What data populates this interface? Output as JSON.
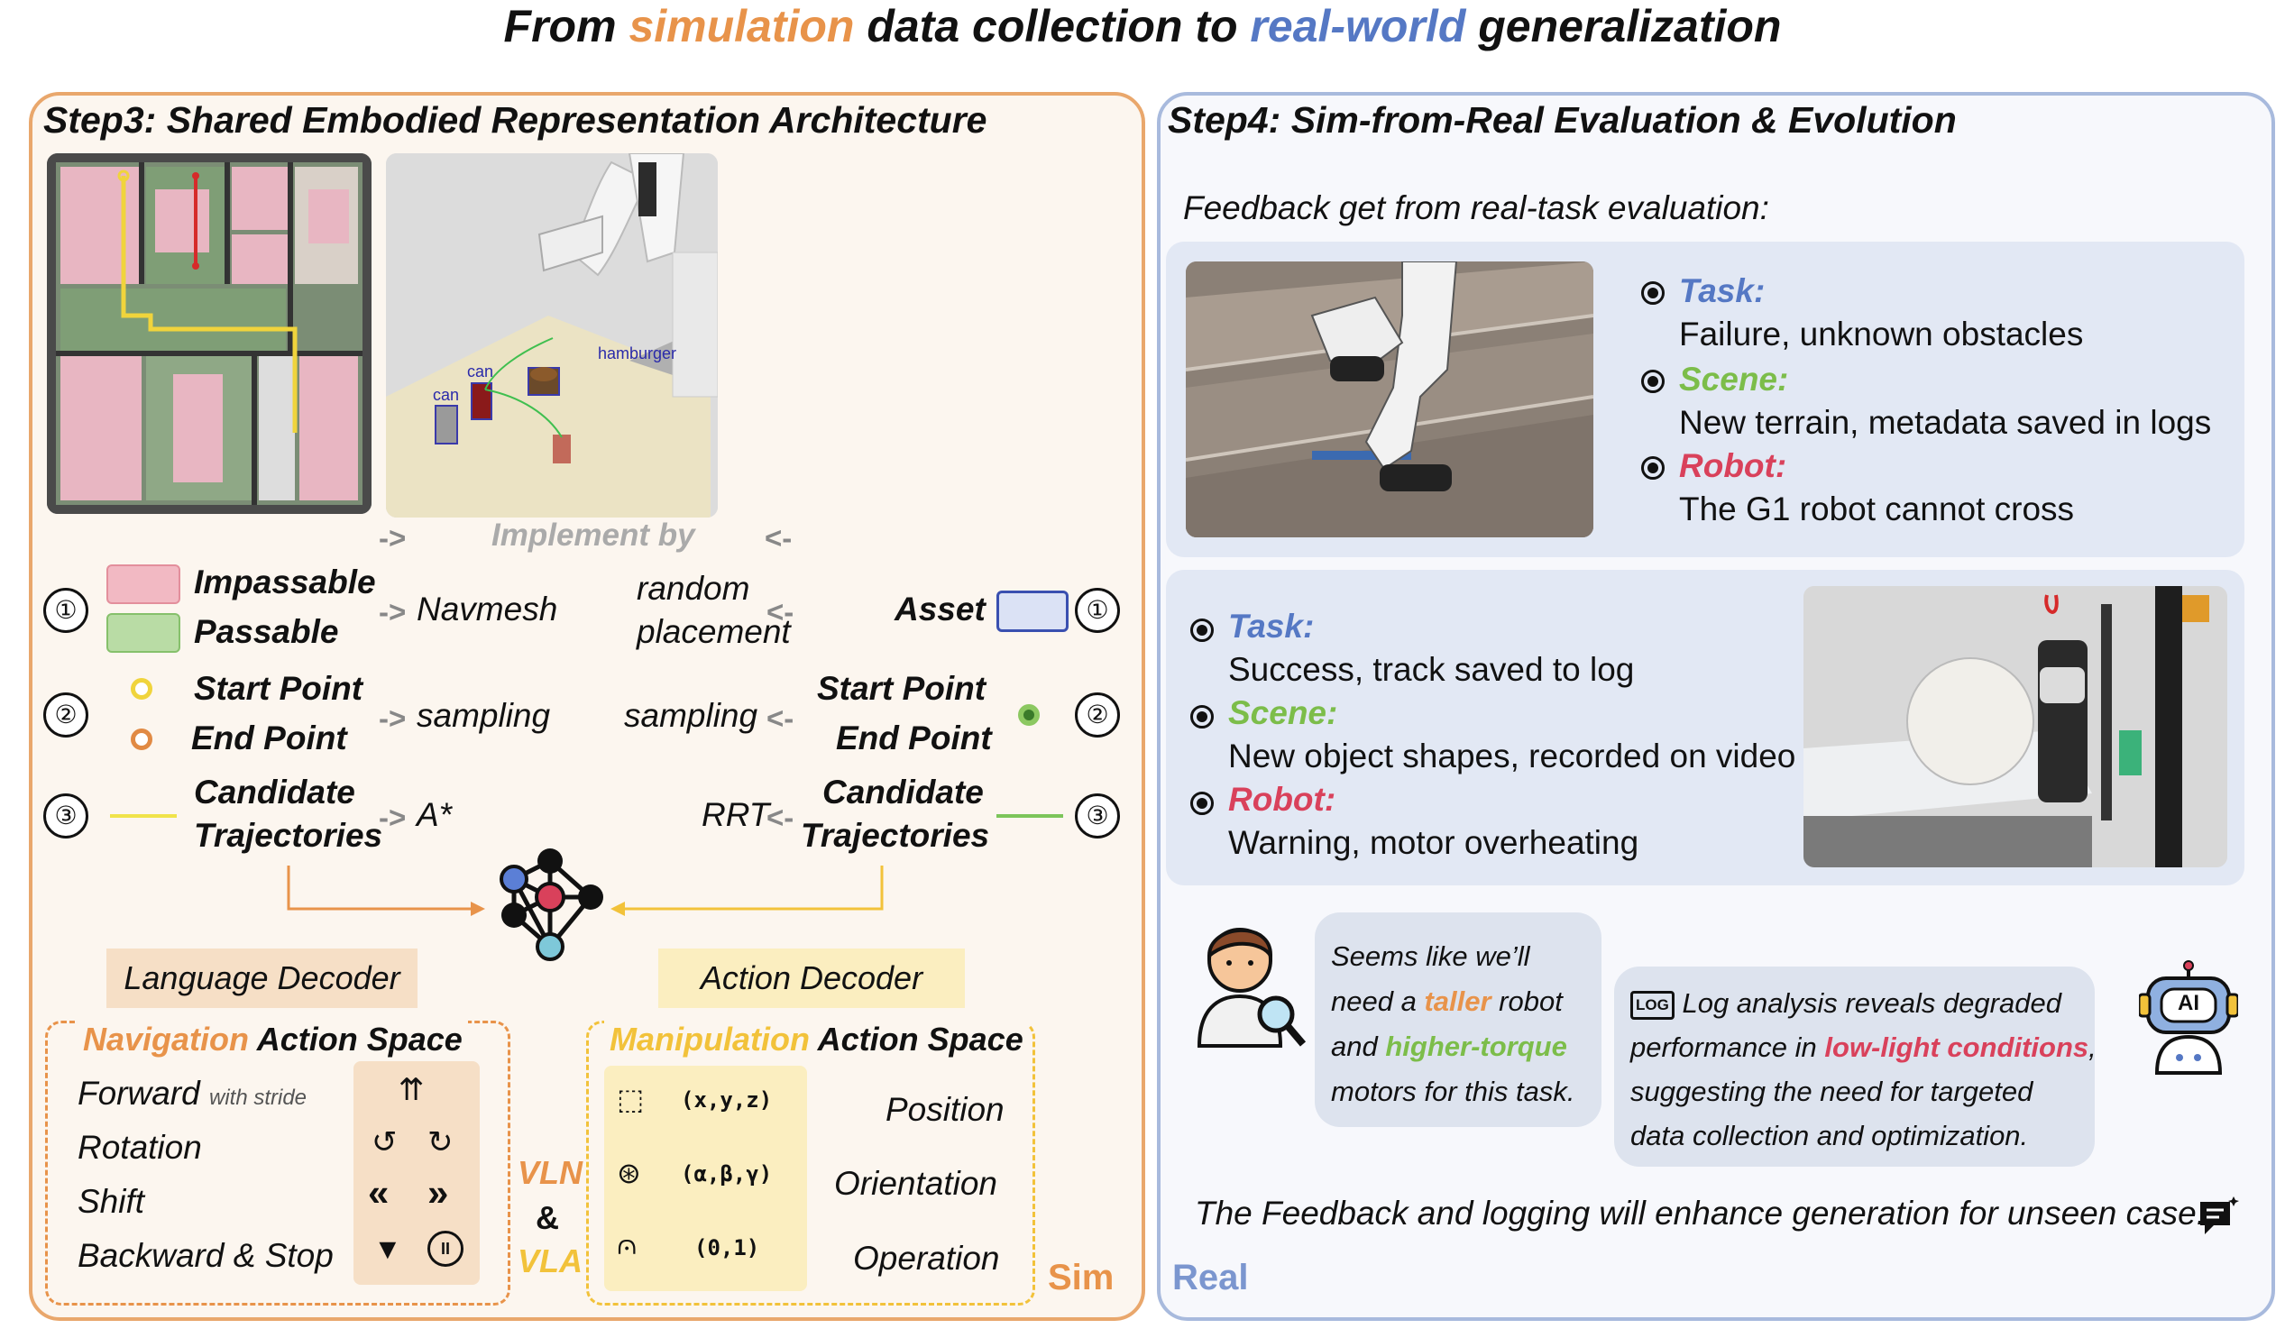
{
  "title": {
    "part1": "From ",
    "sim": "simulation",
    "part2": " data collection to ",
    "real": "real-world",
    "part3": " generalization"
  },
  "colors": {
    "sim_orange": "#e8934a",
    "real_blue": "#5578c4",
    "scene_green": "#7cbd4a",
    "robot_red": "#d9415b",
    "manip_yellow": "#f2c23a"
  },
  "step3": {
    "title": "Step3: Shared Embodied Representation Architecture",
    "image_labels": {
      "hamburger": "hamburger",
      "can1": "can",
      "can2": "can"
    },
    "implement": {
      "left_arrow": "->",
      "label": "Implement by",
      "right_arrow": "<-"
    },
    "row1": {
      "num": "①",
      "impassable": "Impassable",
      "passable": "Passable",
      "navmesh": "Navmesh",
      "random": "random",
      "placement": "placement",
      "asset": "Asset"
    },
    "row2": {
      "num": "②",
      "start": "Start Point",
      "end": "End Point",
      "sampling_l": "sampling",
      "sampling_r": "sampling",
      "start_r": "Start Point",
      "end_r": "End Point"
    },
    "row3": {
      "num": "③",
      "cand1": "Candidate",
      "traj1": "Trajectories",
      "astar": "A*",
      "rrt": "RRT",
      "cand2": "Candidate",
      "traj2": "Trajectories"
    },
    "arrow_left": "->",
    "arrow_right": "<-",
    "language_decoder": "Language Decoder",
    "action_decoder": "Action Decoder",
    "nav_space": {
      "highlight": "Navigation",
      "rest": " Action Space"
    },
    "nav_actions": [
      {
        "label": "Forward",
        "note": "with stride"
      },
      {
        "label": "Rotation"
      },
      {
        "label": "Shift"
      },
      {
        "label": "Backward & Stop"
      }
    ],
    "manip_space": {
      "highlight": "Manipulation",
      "rest": " Action Space"
    },
    "manip_actions": [
      {
        "code": "(x,y,z)",
        "label": "Position"
      },
      {
        "code": "(α,β,γ)",
        "label": "Orientation"
      },
      {
        "code": "(0,1)",
        "label": "Operation"
      }
    ],
    "vln": "VLN",
    "amp": "&",
    "vla": "VLA",
    "sim_label": "Sim"
  },
  "step4": {
    "title": "Step4: Sim-from-Real Evaluation & Evolution",
    "feedback_intro": "Feedback get from real-task evaluation:",
    "card1": {
      "task_label": "Task:",
      "task_value": "Failure, unknown obstacles",
      "scene_label": "Scene:",
      "scene_value": "New terrain, metadata saved in logs",
      "robot_label": "Robot:",
      "robot_value": "The G1 robot cannot cross"
    },
    "card2": {
      "task_label": "Task:",
      "task_value": "Success, track saved to log",
      "scene_label": "Scene:",
      "scene_value": "New object shapes, recorded on video",
      "robot_label": "Robot:",
      "robot_value": "Warning, motor overheating"
    },
    "bubble1": {
      "l1": "Seems like we’ll",
      "l2a": "need a ",
      "l2b": "taller",
      "l2c": " robot",
      "l3a": "and ",
      "l3b": "higher-torque",
      "l4": "motors for this task."
    },
    "bubble2": {
      "log_icon": "LOG",
      "l1": " Log analysis reveals degraded",
      "l2a": "performance in ",
      "l2b": "low-light conditions",
      "l2c": ",",
      "l3": "suggesting the need for targeted",
      "l4": "data collection and optimization."
    },
    "ai_badge": "AI",
    "footer": "The Feedback and logging will enhance generation for unseen case.",
    "real_label": "Real"
  }
}
